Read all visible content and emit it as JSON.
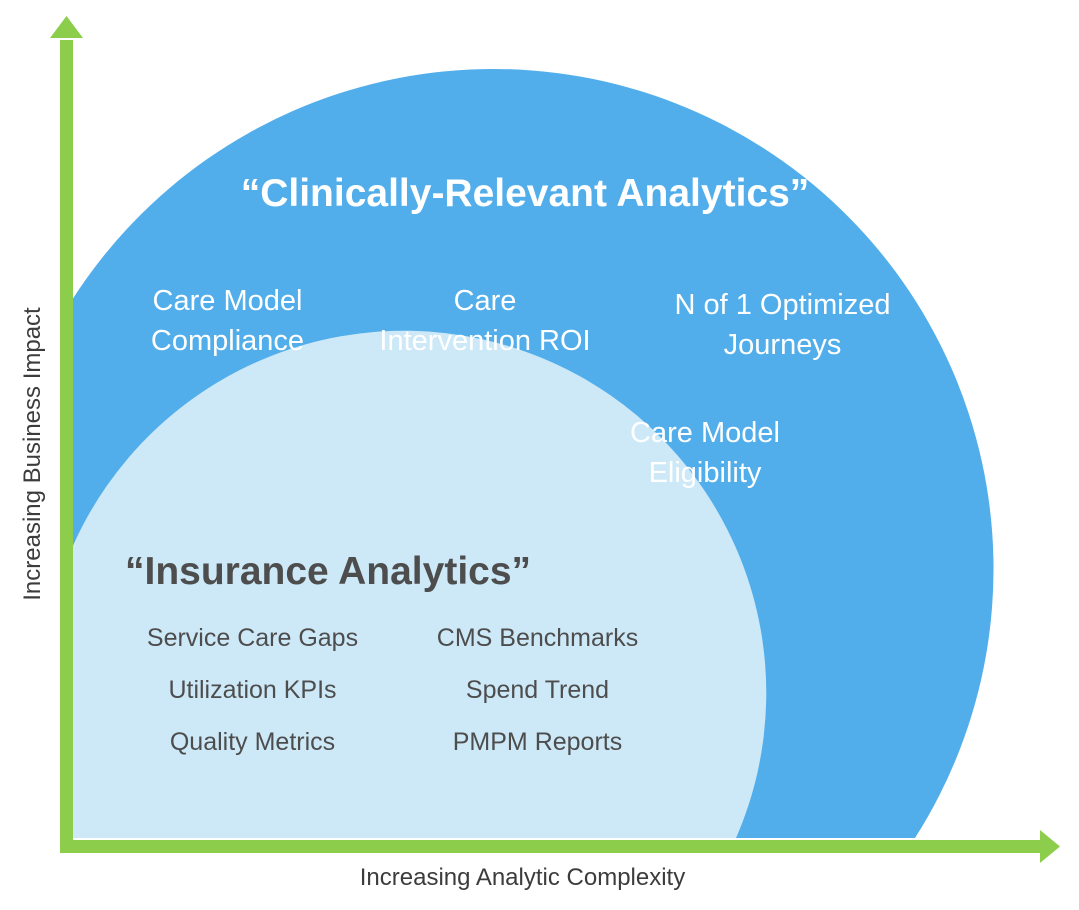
{
  "colors": {
    "outer_region": "#52aeeb",
    "inner_region": "#cde9f8",
    "axis": "#8cce4b",
    "outer_text": "#ffffff",
    "inner_text": "#4d4d4d",
    "axis_text": "#3c3c3c"
  },
  "axes": {
    "y_label": "Increasing Business Impact",
    "x_label": "Increasing Analytic Complexity"
  },
  "outer": {
    "title": "“Clinically-Relevant Analytics”",
    "items": [
      {
        "line1": "Care Model",
        "line2": "Compliance"
      },
      {
        "line1": "Care",
        "line2": "Intervention ROI"
      },
      {
        "line1": "N of 1 Optimized",
        "line2": "Journeys"
      },
      {
        "line1": "Care Model",
        "line2": "Eligibility"
      }
    ]
  },
  "inner": {
    "title": "“Insurance Analytics”",
    "left_items": [
      "Service Care Gaps",
      "Utilization KPIs",
      "Quality Metrics"
    ],
    "right_items": [
      "CMS Benchmarks",
      "Spend Trend",
      "PMPM Reports"
    ]
  }
}
